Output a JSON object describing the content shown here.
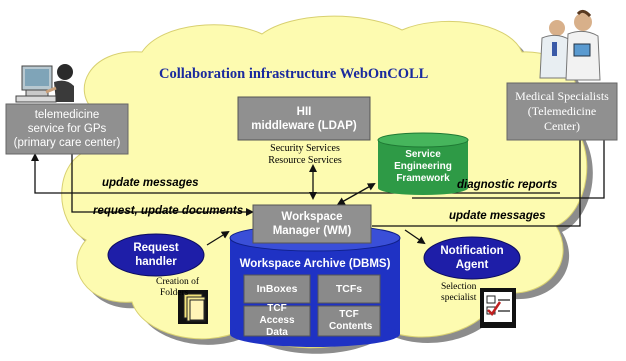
{
  "colors": {
    "cloud": "#fdfbb0",
    "cloud_shadow": "#8c8c8c",
    "gray_box": "#909090",
    "title_blue": "#1a2a9e",
    "ellipse_blue": "#1e1ea8",
    "db_blue": "#1f32c4",
    "green_cyl": "#2e9a46"
  },
  "title": "Collaboration infrastructure WebOnCOLL",
  "gp_box": {
    "line1": "telemedicine",
    "line2": "service for GPs",
    "line3": "(primary care center)"
  },
  "specialist_box": {
    "line1": "Medical Specialists",
    "line2": "(Telemedicine",
    "line3": "Center)"
  },
  "hii": {
    "line1": "HII",
    "line2": "middleware (LDAP)"
  },
  "services": {
    "line1": "Security Services",
    "line2": "Resource Services"
  },
  "sef": {
    "line1": "Service",
    "line2": "Engineering",
    "line3": "Framework"
  },
  "wm": {
    "line1": "Workspace",
    "line2": "Manager (WM)"
  },
  "archive": {
    "title": "Workspace Archive (DBMS)",
    "cells": [
      "InBoxes",
      "TCFs",
      "TCF Access Data",
      "TCF Contents"
    ]
  },
  "request_handler": {
    "line1": "Request",
    "line2": "handler"
  },
  "notification_agent": {
    "line1": "Notification",
    "line2": "Agent"
  },
  "creation_note": {
    "line1": "Creation of",
    "line2": "Folders"
  },
  "selection_note": {
    "line1": "Selection",
    "line2": "specialist"
  },
  "flows": {
    "update_left": "update messages",
    "request_update": "request, update documents",
    "diagnostic": "diagnostic reports",
    "update_right": "update messages"
  },
  "icons": {
    "gp_person": "doctor-at-computer-icon",
    "specialists": "medical-specialists-icon",
    "folders": "folders-icon",
    "selection": "checkbox-selection-icon"
  }
}
